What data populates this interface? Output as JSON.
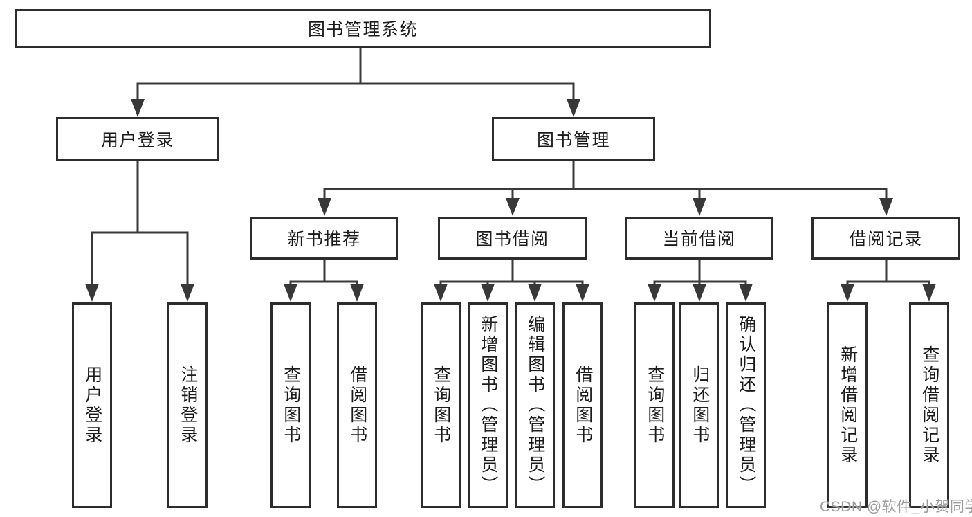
{
  "diagram_title": "图书管理系统",
  "tree": {
    "root": {
      "label": "图书管理系统"
    },
    "branches": [
      {
        "label": "用户登录",
        "children": [
          {
            "label": "用户登录"
          },
          {
            "label": "注销登录"
          }
        ]
      },
      {
        "label": "图书管理",
        "children": [
          {
            "label": "新书推荐",
            "children": [
              {
                "label": "查询图书"
              },
              {
                "label": "借阅图书"
              }
            ]
          },
          {
            "label": "图书借阅",
            "children": [
              {
                "label": "查询图书"
              },
              {
                "label": "新增图书（管理员）"
              },
              {
                "label": "编辑图书（管理员）"
              },
              {
                "label": "借阅图书"
              }
            ]
          },
          {
            "label": "当前借阅",
            "children": [
              {
                "label": "查询图书"
              },
              {
                "label": "归还图书"
              },
              {
                "label": "确认归还（管理员）"
              }
            ]
          },
          {
            "label": "借阅记录",
            "children": [
              {
                "label": "新增借阅记录"
              },
              {
                "label": "查询借阅记录"
              }
            ]
          }
        ]
      }
    ]
  },
  "watermark": {
    "text": "CSDN @软件_小贺同学"
  },
  "colors": {
    "background": "#ffffff",
    "line": "#3a3a3a",
    "box_border": "#2d2d2d",
    "text": "#1b1b1b",
    "watermark": "#9d9d9d"
  }
}
